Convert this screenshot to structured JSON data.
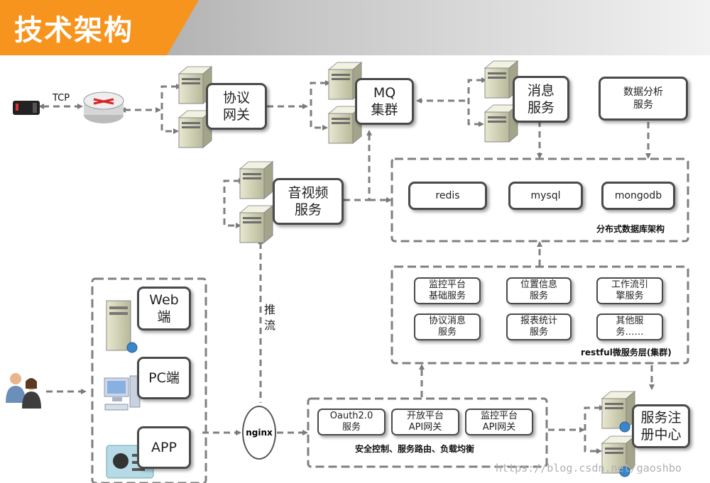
{
  "title": "技术架构",
  "nodes": {
    "tcp": "TCP",
    "protocol_gateway": [
      "协议",
      "网关"
    ],
    "mq_cluster": [
      "MQ",
      "集群"
    ],
    "message_service": [
      "消息",
      "服务"
    ],
    "data_analysis": [
      "数据分析",
      "服务"
    ],
    "av_service": [
      "音视频",
      "服务"
    ],
    "push_stream": [
      "推",
      "流"
    ],
    "redis": "redis",
    "mysql": "mysql",
    "mongodb": "mongodb",
    "db_arch_label": "分布式数据库架构",
    "microservices": [
      [
        "监控平台",
        "基础服务"
      ],
      [
        "位置信息",
        "服务"
      ],
      [
        "工作流引",
        "擎服务"
      ],
      [
        "协议消息",
        "服务"
      ],
      [
        "报表统计",
        "服务"
      ],
      [
        "其他服",
        "务……"
      ]
    ],
    "microservice_layer_label": "restful微服务层(集群)",
    "clients": [
      "Web|端",
      "PC端",
      "APP"
    ],
    "nginx": "nginx",
    "gateway_services": [
      [
        "Oauth2.0",
        "服务"
      ],
      [
        "开放平台",
        "API网关"
      ],
      [
        "监控平台",
        "API网关"
      ]
    ],
    "gateway_label": "安全控制、服务路由、负载均衡",
    "registry": [
      "服务注",
      "册中心"
    ]
  },
  "watermark": "https://blog.csdn.net/gaoshbo",
  "colors": {
    "accent": "#f7941d",
    "border": "#4a4a4a",
    "dash": "#7f7f7f"
  }
}
